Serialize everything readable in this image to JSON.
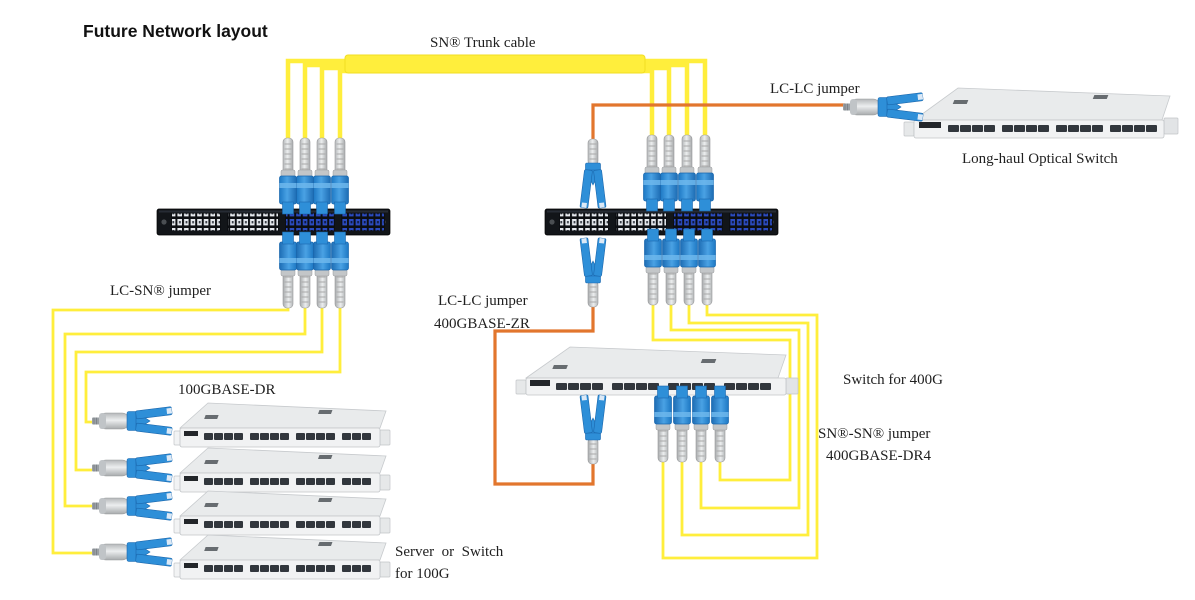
{
  "title": "Future Network layout",
  "labels": {
    "trunk": "SN® Trunk cable",
    "lc_lc_jumper_top": "LC-LC jumper",
    "long_haul_switch": "Long-haul Optical Switch",
    "lc_sn_jumper": "LC-SN® jumper",
    "lc_lc_jumper_mid_line1": "LC-LC jumper",
    "lc_lc_jumper_mid_line2": "400GBASE-ZR",
    "transceiver_100g": "100GBASE-DR",
    "switch_400g": "Switch for 400G",
    "sn_sn_jumper_line1": "SN®-SN® jumper",
    "sn_sn_jumper_line2": "400GBASE-DR4",
    "server_100g_line1": "Server  or  Switch",
    "server_100g_line2": "for 100G"
  },
  "colors": {
    "cable_yellow": "#FFEE3C",
    "cable_orange": "#E2762D",
    "connector_blue": "#2E8FD8",
    "connector_boot_gray": "#C9CCCE",
    "patch_panel_black": "#121519",
    "device_chassis_white": "#F0F1F2",
    "text": "#1F1F1F",
    "background": "#FFFFFF"
  },
  "counts": {
    "servers_100g": 4,
    "patch_panels": 2,
    "trunk_fibers_per_side": 4
  }
}
